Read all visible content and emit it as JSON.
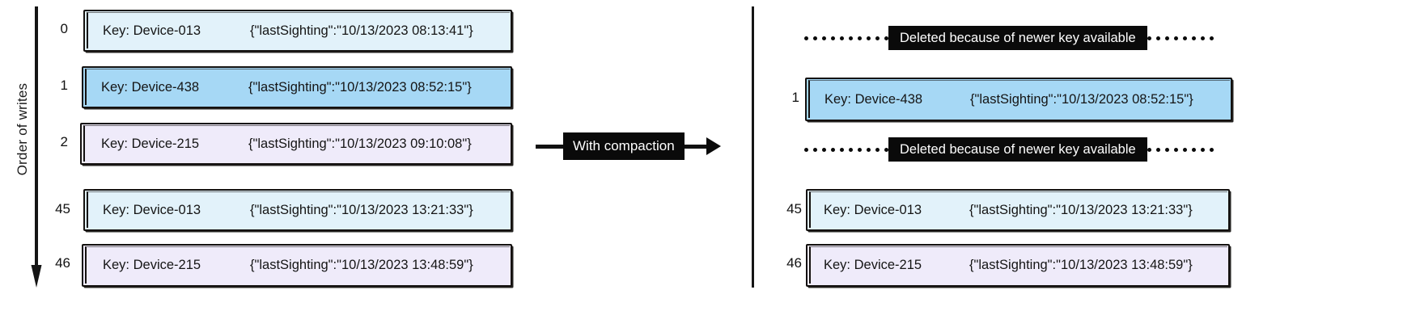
{
  "diagram": {
    "axis": {
      "label": "Order of writes",
      "arrow_icon": "down-arrow-icon"
    },
    "transform": {
      "label": "With compaction",
      "arrow_icon": "right-arrow-icon"
    },
    "deleted_note": "Deleted because of newer key available",
    "colors": {
      "record_blue_light": "#e2f2fa",
      "record_blue": "#a6d8f5",
      "record_lavender": "#efebfa",
      "outline": "#14110f",
      "chip_background": "#0a0a0a",
      "chip_text": "#ffffff"
    },
    "left_panel": {
      "records": [
        {
          "index": "0",
          "key": "Key: Device-013",
          "value": "{\"lastSighting\":\"10/13/2023 08:13:41\"}",
          "fill": "lightblue"
        },
        {
          "index": "1",
          "key": "Key: Device-438",
          "value": "{\"lastSighting\":\"10/13/2023 08:52:15\"}",
          "fill": "blue"
        },
        {
          "index": "2",
          "key": "Key: Device-215",
          "value": "{\"lastSighting\":\"10/13/2023 09:10:08\"}",
          "fill": "lavender"
        },
        {
          "index": "45",
          "key": "Key: Device-013",
          "value": "{\"lastSighting\":\"10/13/2023 13:21:33\"}",
          "fill": "lightblue"
        },
        {
          "index": "46",
          "key": "Key: Device-215",
          "value": "{\"lastSighting\":\"10/13/2023 13:48:59\"}",
          "fill": "lavender"
        }
      ]
    },
    "right_panel": {
      "rows": [
        {
          "kind": "deleted",
          "note": "Deleted because of newer key available"
        },
        {
          "kind": "record",
          "index": "1",
          "key": "Key: Device-438",
          "value": "{\"lastSighting\":\"10/13/2023 08:52:15\"}",
          "fill": "blue"
        },
        {
          "kind": "deleted",
          "note": "Deleted because of newer key available"
        },
        {
          "kind": "record",
          "index": "45",
          "key": "Key: Device-013",
          "value": "{\"lastSighting\":\"10/13/2023 13:21:33\"}",
          "fill": "lightblue"
        },
        {
          "kind": "record",
          "index": "46",
          "key": "Key: Device-215",
          "value": "{\"lastSighting\":\"10/13/2023 13:48:59\"}",
          "fill": "lavender"
        }
      ]
    }
  }
}
